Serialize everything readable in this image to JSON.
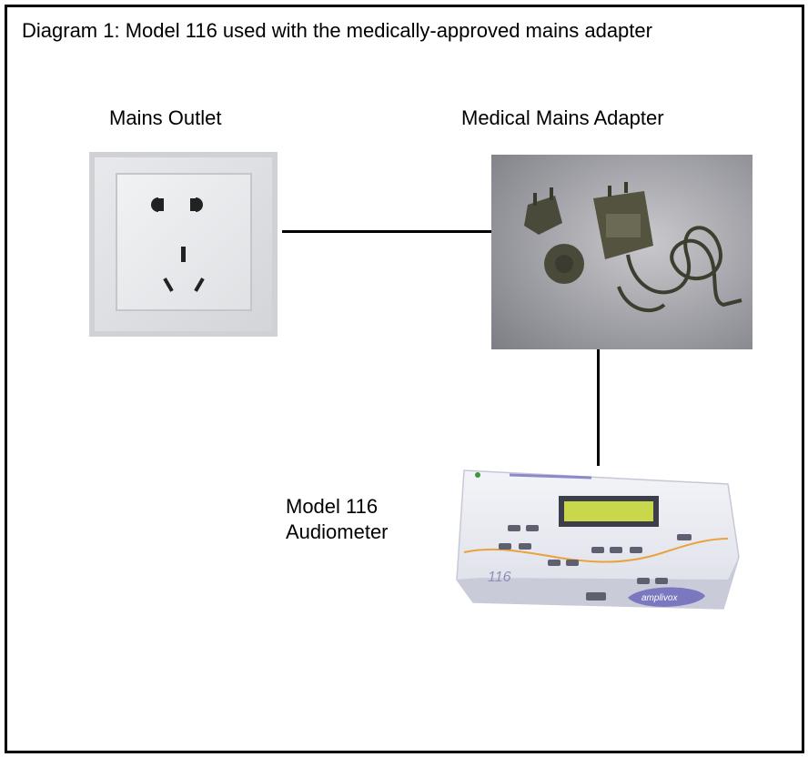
{
  "title": "Diagram 1: Model 116 used with the medically-approved mains adapter",
  "labels": {
    "mains_outlet": "Mains Outlet",
    "medical_mains_adapter": "Medical Mains Adapter",
    "audiometer_line1": "Model 116",
    "audiometer_line2": "Audiometer"
  },
  "photo_text": {
    "audiometer_model": "116",
    "brand": "amplivox"
  },
  "colors": {
    "frame": "#000000",
    "connector": "#000000",
    "lcd": "#c8d84a",
    "brand_badge": "#7b78c0",
    "accent_orange": "#e8a33c"
  }
}
